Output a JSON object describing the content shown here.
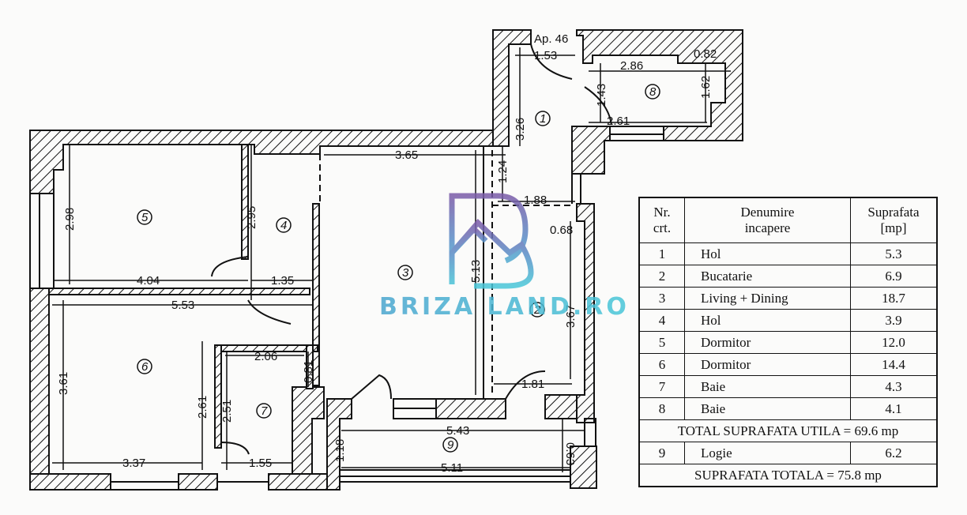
{
  "apartment_label": "Ap. 46",
  "watermark": {
    "brand": "BRIZA LAND.RO",
    "colors": {
      "purple": "#7a5ba8",
      "blue": "#4fb3d6",
      "teal": "#49c7d8"
    }
  },
  "rooms": [
    {
      "nr": "1",
      "name": "Hol",
      "area": "5.3"
    },
    {
      "nr": "2",
      "name": "Bucatarie",
      "area": "6.9"
    },
    {
      "nr": "3",
      "name": "Living + Dining",
      "area": "18.7"
    },
    {
      "nr": "4",
      "name": "Hol",
      "area": "3.9"
    },
    {
      "nr": "5",
      "name": "Dormitor",
      "area": "12.0"
    },
    {
      "nr": "6",
      "name": "Dormitor",
      "area": "14.4"
    },
    {
      "nr": "7",
      "name": "Baie",
      "area": "4.3"
    },
    {
      "nr": "8",
      "name": "Baie",
      "area": "4.1"
    },
    {
      "nr": "9",
      "name": "Logie",
      "area": "6.2"
    }
  ],
  "table": {
    "header_nr": "Nr. crt.",
    "header_nr_line1": "Nr.",
    "header_nr_line2": "crt.",
    "header_name_line1": "Denumire",
    "header_name_line2": "incapere",
    "header_area_line1": "Suprafata",
    "header_area_line2": "[mp]",
    "total_utila": "TOTAL SUPRAFATA UTILA = 69.6 mp",
    "total": "SUPRAFATA TOTALA = 75.8 mp"
  },
  "dimensions": {
    "d_1_53": "1.53",
    "d_2_86": "2.86",
    "d_0_82": "0.82",
    "d_1_43": "1.43",
    "d_1_62": "1.62",
    "d_2_61_top": "2.61",
    "d_3_26": "3.26",
    "d_1_24": "1.24",
    "d_3_65": "3.65",
    "d_1_88": "1.88",
    "d_0_68": "0.68",
    "d_5_13": "5.13",
    "d_3_67": "3.67",
    "d_2_98": "2.98",
    "d_2_95": "2.95",
    "d_4_04": "4.04",
    "d_1_35": "1.35",
    "d_5_53": "5.53",
    "d_3_61": "3.61",
    "d_2_06": "2.06",
    "d_0_81": "0.81",
    "d_2_61": "2.61",
    "d_2_51": "2.51",
    "d_3_37": "3.37",
    "d_1_55": "1.55",
    "d_1_81": "1.81",
    "d_5_43": "5.43",
    "d_0_63": "0.63",
    "d_1_18": "1.18",
    "d_5_11": "5.11"
  }
}
